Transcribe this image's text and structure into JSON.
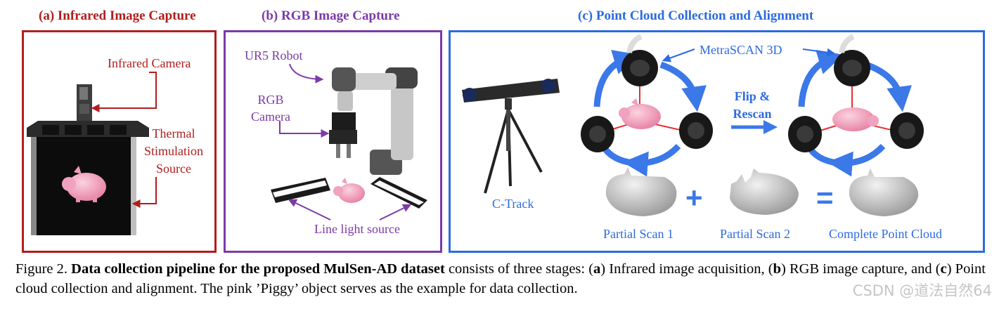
{
  "colors": {
    "red": "#b01e1e",
    "purple": "#7b3aa8",
    "blue": "#2c6be0",
    "arrow_blue": "#3b78e8"
  },
  "panel_a": {
    "title": "(a) Infrared Image Capture",
    "infrared_camera": "Infrared Camera",
    "thermal_line1": "Thermal",
    "thermal_line2": "Stimulation",
    "thermal_line3": "Source"
  },
  "panel_b": {
    "title": "(b) RGB Image Capture",
    "robot": "UR5 Robot",
    "rgb_line1": "RGB",
    "rgb_line2": "Camera",
    "line_light": "Line light source"
  },
  "panel_c": {
    "title": "(c) Point Cloud Collection and Alignment",
    "scanner": "MetraSCAN 3D",
    "ctrack": "C-Track",
    "flip_line1": "Flip &",
    "flip_line2": "Rescan",
    "plus": "+",
    "equals": "=",
    "scan1": "Partial Scan 1",
    "scan2": "Partial Scan 2",
    "complete": "Complete Point Cloud"
  },
  "caption": {
    "prefix": "Figure 2. ",
    "bold": "Data collection pipeline for the proposed MulSen-AD dataset",
    "part1": " consists of three stages: (",
    "a": "a",
    "part2": ") Infrared image acquisition, (",
    "b": "b",
    "part3": ") RGB image capture, and (",
    "c": "c",
    "part4": ") Point cloud collection and alignment. The pink ’Piggy’ object serves as the example for data collection."
  },
  "watermark": "CSDN @道法自然64"
}
